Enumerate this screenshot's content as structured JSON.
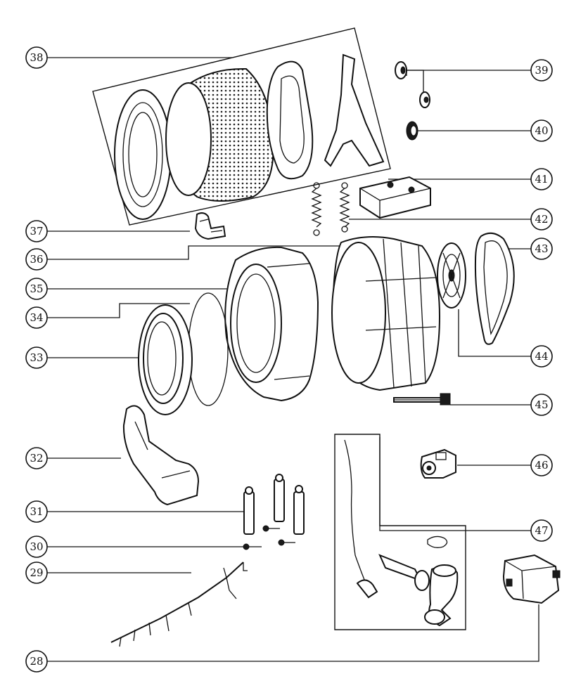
{
  "callouts": [
    {
      "id": "c38",
      "label": "38"
    },
    {
      "id": "c39",
      "label": "39"
    },
    {
      "id": "c40",
      "label": "40"
    },
    {
      "id": "c41",
      "label": "41"
    },
    {
      "id": "c42",
      "label": "42"
    },
    {
      "id": "c43",
      "label": "43"
    },
    {
      "id": "c37",
      "label": "37"
    },
    {
      "id": "c36",
      "label": "36"
    },
    {
      "id": "c35",
      "label": "35"
    },
    {
      "id": "c34",
      "label": "34"
    },
    {
      "id": "c33",
      "label": "33"
    },
    {
      "id": "c44",
      "label": "44"
    },
    {
      "id": "c45",
      "label": "45"
    },
    {
      "id": "c32",
      "label": "32"
    },
    {
      "id": "c46",
      "label": "46"
    },
    {
      "id": "c31",
      "label": "31"
    },
    {
      "id": "c47",
      "label": "47"
    },
    {
      "id": "c30",
      "label": "30"
    },
    {
      "id": "c29",
      "label": "29"
    },
    {
      "id": "c28",
      "label": "28"
    }
  ],
  "colors": {
    "line": "#111111",
    "background": "#ffffff"
  }
}
